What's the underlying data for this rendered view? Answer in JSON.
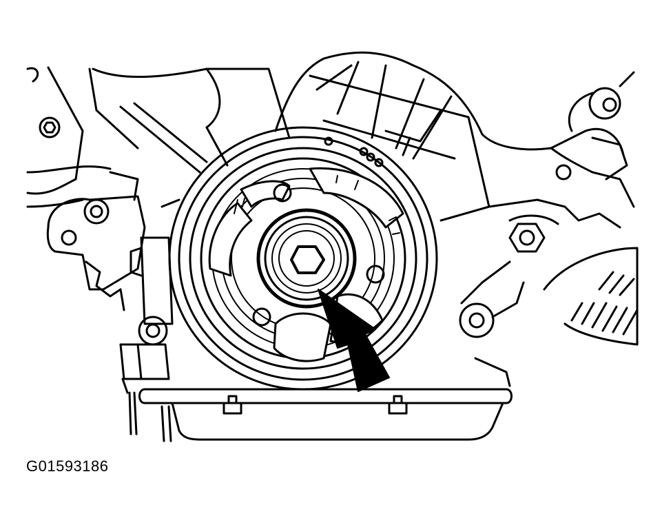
{
  "figure": {
    "code": "G01593186",
    "subject": "engine-front-crankshaft-damper",
    "pointer_target": "crankshaft-damper-center-bolt"
  },
  "style": {
    "line_color": "#000000",
    "background": "#ffffff"
  }
}
